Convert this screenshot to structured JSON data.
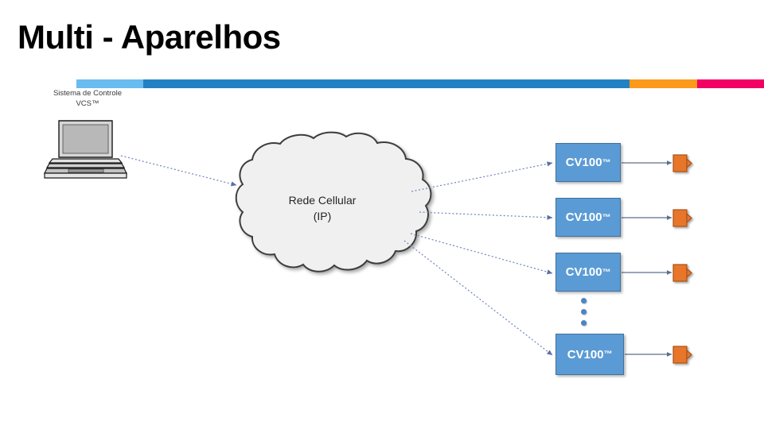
{
  "slide": {
    "title": "Multi - Aparelhos",
    "background": "#FFFFFF"
  },
  "accent_bar": {
    "segments": [
      {
        "name": "light-blue",
        "color": "#69BCF0"
      },
      {
        "name": "blue",
        "color": "#2281C4"
      },
      {
        "name": "orange",
        "color": "#FB9A1B"
      },
      {
        "name": "pink",
        "color": "#F20063"
      }
    ]
  },
  "control_system": {
    "label_line1": "Sistema de Controle",
    "label_line2": "VCS™",
    "icon": "laptop-icon"
  },
  "network": {
    "label_line1": "Rede Cellular",
    "label_line2": "(IP)",
    "shape": "cloud",
    "fill": "#F0F0F0",
    "stroke": "#404040"
  },
  "devices": {
    "box_color": "#5B9BD5",
    "box_border": "#41719C",
    "text_color": "#FFFFFF",
    "items": [
      {
        "name": "CV100",
        "tm": "™"
      },
      {
        "name": "CV100",
        "tm": "™"
      },
      {
        "name": "CV100",
        "tm": "™"
      },
      {
        "name": "CV100",
        "tm": "™"
      }
    ],
    "ellipsis": {
      "dot_color": "#4A86C5",
      "count": 3
    },
    "peripheral": {
      "name": "sensor-icon",
      "color": "#E8762C",
      "border": "#A9521B"
    }
  },
  "connectors": {
    "dotted_color": "#7A8BBF",
    "solid_color": "#5C6E8C"
  }
}
